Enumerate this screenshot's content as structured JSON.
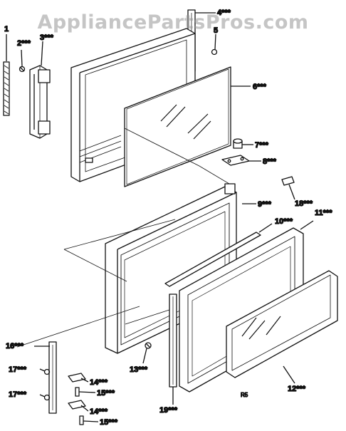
{
  "watermark": "AppliancePartsPros.com",
  "sheet_code": "R5",
  "callouts": [
    {
      "id": "c1",
      "label": "1"
    },
    {
      "id": "c2",
      "label": "2***"
    },
    {
      "id": "c3",
      "label": "3***"
    },
    {
      "id": "c4",
      "label": "4***"
    },
    {
      "id": "c5",
      "label": "5"
    },
    {
      "id": "c6",
      "label": "6***"
    },
    {
      "id": "c7",
      "label": "7***"
    },
    {
      "id": "c8",
      "label": "8***"
    },
    {
      "id": "c9",
      "label": "9***"
    },
    {
      "id": "c10",
      "label": "10***"
    },
    {
      "id": "c11",
      "label": "11***"
    },
    {
      "id": "c12",
      "label": "12***"
    },
    {
      "id": "c13",
      "label": "13***"
    },
    {
      "id": "c14a",
      "label": "14***"
    },
    {
      "id": "c14b",
      "label": "14***"
    },
    {
      "id": "c15a",
      "label": "15***"
    },
    {
      "id": "c15b",
      "label": "15***"
    },
    {
      "id": "c16",
      "label": "16***"
    },
    {
      "id": "c17a",
      "label": "17***"
    },
    {
      "id": "c17b",
      "label": "17***"
    },
    {
      "id": "c18",
      "label": "18***"
    },
    {
      "id": "c19",
      "label": "19***"
    }
  ]
}
